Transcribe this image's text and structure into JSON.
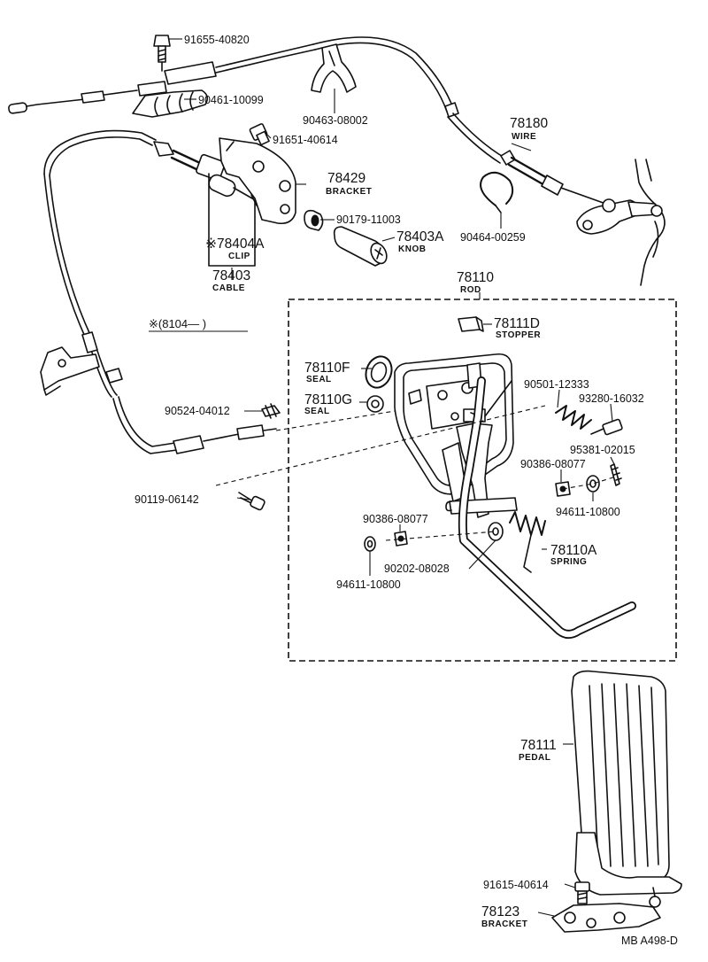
{
  "diagram": {
    "labels": {
      "p91655_40820": "91655-40820",
      "p90461_10099": "90461-10099",
      "p90463_08002": "90463-08002",
      "p78180": "78180",
      "wire": "WIRE",
      "p91651_40614": "91651-40614",
      "p78429": "78429",
      "bracket_top": "BRACKET",
      "p90179_11003": "90179-11003",
      "p90464_00259": "90464-00259",
      "p78404A": "※78404A",
      "clip": "CLIP",
      "p78403A": "78403A",
      "knob": "KNOB",
      "p78403": "78403",
      "cable": "CABLE",
      "p78110": "78110",
      "rod": "ROD",
      "note_8104": "※(8104— )",
      "p78111D": "78111D",
      "stopper": "STOPPER",
      "p78110F": "78110F",
      "seal_f": "SEAL",
      "p78110G": "78110G",
      "seal_g": "SEAL",
      "p90501_12333": "90501-12333",
      "p93280_16032": "93280-16032",
      "p90524_04012": "90524-04012",
      "p95381_02015": "95381-02015",
      "p90386_08077_r": "90386-08077",
      "p94611_10800_r": "94611-10800",
      "p90119_06142": "90119-06142",
      "p90386_08077_l": "90386-08077",
      "p78110A": "78110A",
      "spring": "SPRING",
      "p90202_08028": "90202-08028",
      "p94611_10800_l": "94611-10800",
      "p78111": "78111",
      "pedal": "PEDAL",
      "p91615_40614": "91615-40614",
      "p78123": "78123",
      "bracket_bottom": "BRACKET",
      "footer_code": "MB A498-D"
    }
  }
}
